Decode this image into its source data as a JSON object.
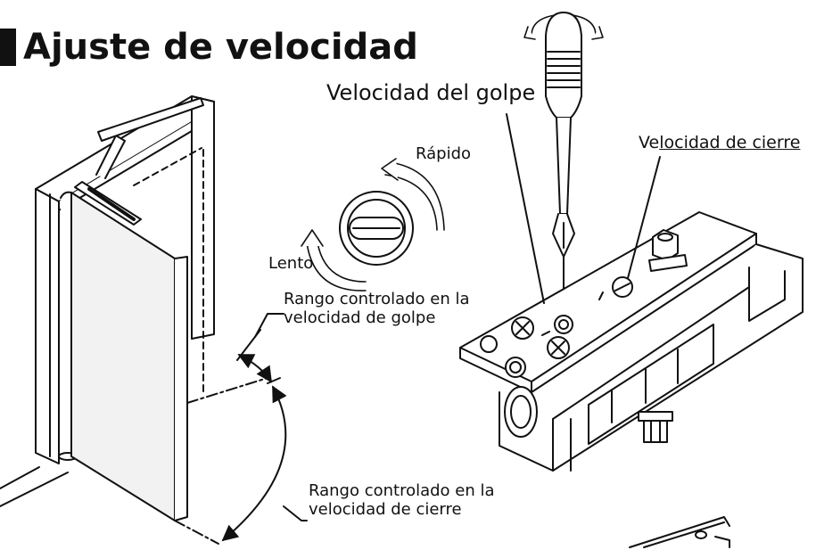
{
  "title": "Ajuste de velocidad",
  "labels": {
    "golpe_speed": "Velocidad del golpe",
    "closing_speed_prefix": "Ve",
    "closing_speed_underlined": "locidad de cierre",
    "rapid": "Rápido",
    "slow": "Lento",
    "range_golpe_line1": "Rango controlado en la",
    "range_golpe_line2": "velocidad de golpe",
    "range_closing_line1": "Rango controlado en la",
    "range_closing_line2": "velocidad de cierre"
  },
  "colors": {
    "ink": "#111111",
    "background": "#ffffff",
    "door_face": "#f2f2f2"
  }
}
